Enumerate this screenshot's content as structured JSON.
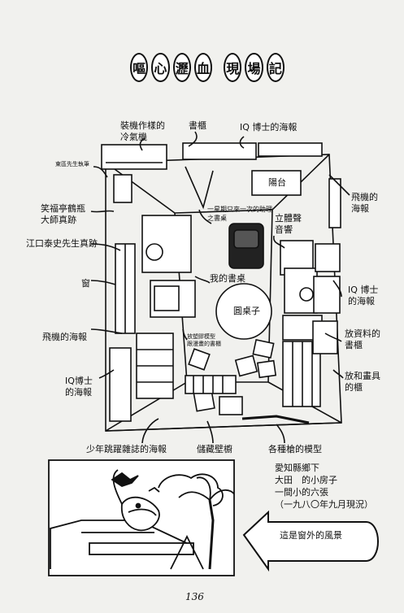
{
  "title": {
    "chars": [
      "嘔",
      "心",
      "瀝",
      "血",
      "現",
      "場",
      "記"
    ]
  },
  "labels": {
    "aircon": [
      "裝機作樣的",
      "冷氣機"
    ],
    "bookshelf": "書櫃",
    "iq_poster_top": "IQ 博士的海報",
    "small_tag": "東區先生執筆",
    "balcony": "陽台",
    "plane_poster_right": [
      "飛機的",
      "海報"
    ],
    "fukusuke": [
      "笑福亭鶴瓶",
      "大師真跡"
    ],
    "assistant": [
      "一星期只來一次的助理",
      "之書桌"
    ],
    "stereo": [
      "立體聲",
      "音響"
    ],
    "eguchi": "江口泰史先生真跡",
    "my_desk": "我的書桌",
    "window": "窗",
    "iq_poster_right": [
      "IQ 博士",
      "的海報"
    ],
    "round_table": "圓桌子",
    "plane_poster_left": "飛機的海報",
    "model_shelf": [
      "放塑膠模型",
      "跟漫畫的書櫃"
    ],
    "docs_shelf": [
      "放資料的",
      "書櫃"
    ],
    "iq_poster_left": [
      "IQ博士",
      "的海報"
    ],
    "art_shelf": [
      "放和畫具",
      "的櫃"
    ],
    "jump_poster": "少年跳躍雜誌的海報",
    "storage": "儲藏壁櫥",
    "gun_models": "各種槍的模型"
  },
  "info_block": {
    "lines": [
      "愛知縣鄉下",
      "大田　的小房子",
      "一間小的六張",
      "（一九八〇年九月現況）"
    ]
  },
  "bubble_text": "這是窗外的風景",
  "page_number": "136"
}
